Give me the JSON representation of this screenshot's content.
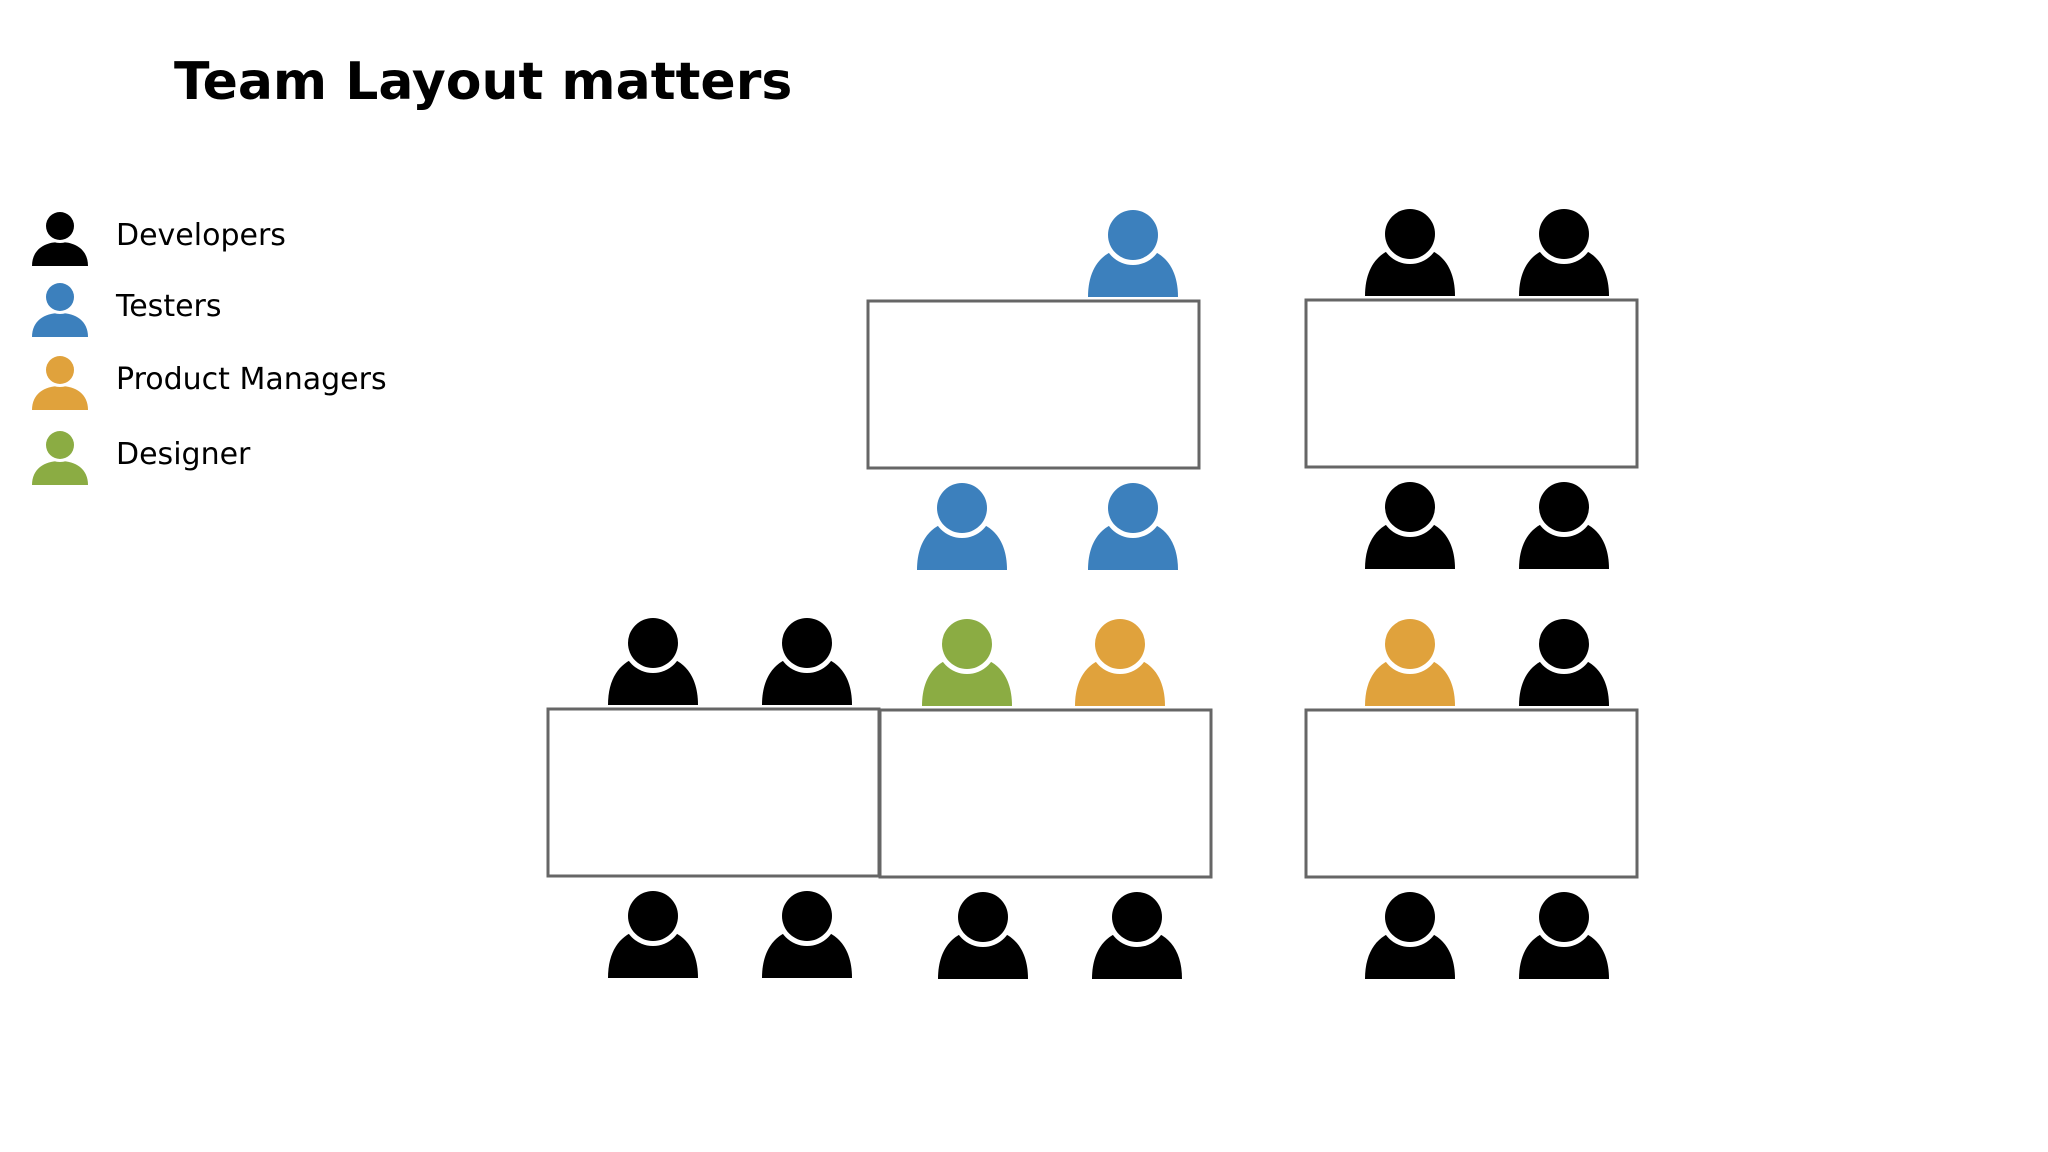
{
  "title": "Team Layout matters",
  "legend": [
    {
      "label": "Developers",
      "role": "developer",
      "color": "#000000"
    },
    {
      "label": "Testers",
      "role": "tester",
      "color": "#3c80bd"
    },
    {
      "label": "Product Managers",
      "role": "product-manager",
      "color": "#e0a23c"
    },
    {
      "label": "Designer",
      "role": "designer",
      "color": "#8bac43"
    }
  ],
  "icon_name": "person-icon",
  "desk_color": "#666666",
  "tables": [
    {
      "name": "desk-top-middle",
      "seats_top": [
        "tester"
      ],
      "seats_bottom": [
        "tester",
        "tester"
      ]
    },
    {
      "name": "desk-top-right",
      "seats_top": [
        "developer",
        "developer"
      ],
      "seats_bottom": [
        "developer",
        "developer"
      ]
    },
    {
      "name": "desk-bottom-left",
      "seats_top": [
        "developer",
        "developer"
      ],
      "seats_bottom": [
        "developer",
        "developer"
      ]
    },
    {
      "name": "desk-bottom-middle",
      "seats_top": [
        "designer",
        "product-manager"
      ],
      "seats_bottom": [
        "developer",
        "developer"
      ]
    },
    {
      "name": "desk-bottom-right",
      "seats_top": [
        "product-manager",
        "developer"
      ],
      "seats_bottom": [
        "developer",
        "developer"
      ]
    }
  ]
}
